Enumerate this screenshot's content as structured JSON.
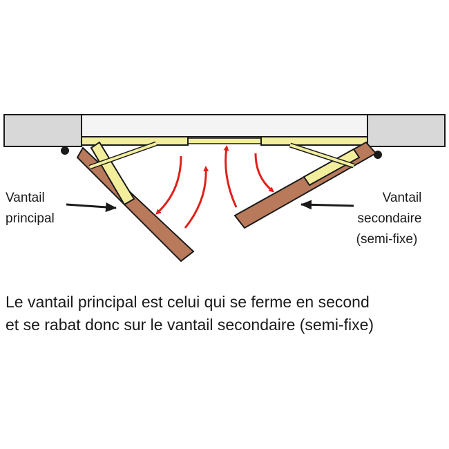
{
  "diagram": {
    "left_label": {
      "line1": "Vantail",
      "line2": "principal"
    },
    "right_label": {
      "line1": "Vantail",
      "line2": "secondaire",
      "line3": "(semi-fixe)"
    }
  },
  "caption": {
    "line1": "Le vantail principal est celui qui se ferme en second",
    "line2": "et se rabat donc sur le vantail secondaire (semi-fixe)"
  },
  "colors": {
    "wall": "#d8d8d8",
    "opening": "#f4f4f4",
    "leaf_wood": "#b87a5a",
    "rebate": "#f2ee9c",
    "arrow_red": "#e0201a",
    "outline": "#1a1a1a"
  }
}
